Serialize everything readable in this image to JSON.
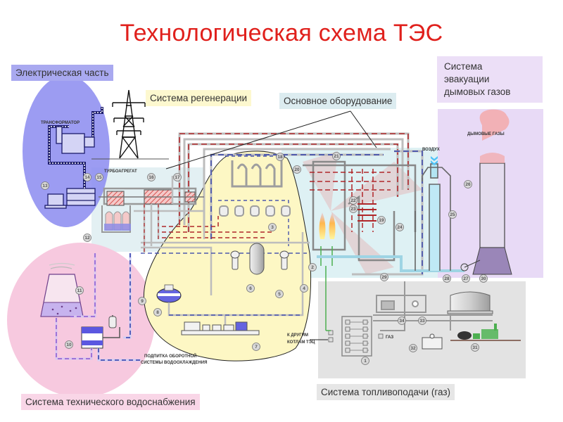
{
  "title": "Технологическая схема ТЭС",
  "region_labels": {
    "electric": "Электрическая часть",
    "regeneration": "Система регенерации",
    "main_equipment": "Основное оборудование",
    "flue_gas_line1": "Система",
    "flue_gas_line2": "эвакуации",
    "flue_gas_line3": "дымовых газов",
    "water_supply": "Система технического водоснабжения",
    "fuel_supply": "Система топливоподачи (газ)"
  },
  "diagram_labels": {
    "transformer": "ТРАНСФОРМАТОР",
    "turbine_unit": "ТУРБОАГРЕГАТ",
    "air": "ВОЗДУХ",
    "flue_gases": "ДЫМОВЫЕ ГАЗЫ",
    "makeup_line1": "ПОДПИТКА ОБОРОТНОЙ",
    "makeup_line2": "СИСТЕМЫ ВОДООХЛАЖДЕНИЯ",
    "other_boilers_line1": "К ДРУГИМ",
    "other_boilers_line2": "КОТЛАМ ТЭЦ",
    "gas": "ГАЗ"
  },
  "component_numbers": [
    "1",
    "2",
    "3",
    "4",
    "5",
    "6",
    "7",
    "8",
    "9",
    "10",
    "11",
    "12",
    "13",
    "14",
    "15",
    "16",
    "17",
    "18",
    "19",
    "20",
    "21",
    "22",
    "23",
    "24",
    "25",
    "26",
    "27",
    "28",
    "29",
    "30",
    "31",
    "32",
    "33",
    "34"
  ],
  "colors": {
    "title": "#e0201c",
    "electric_zone": "#8b8bf0",
    "regeneration_zone": "#fdf7c4",
    "main_zone": "#d8eef2",
    "flue_zone": "#e8daf6",
    "water_zone": "#f7c9df",
    "fuel_zone": "#e3e3e3",
    "steam_pipe": "#b0272a",
    "water_pipe": "#2b3aa8",
    "gas_pipe": "#4caf50"
  }
}
